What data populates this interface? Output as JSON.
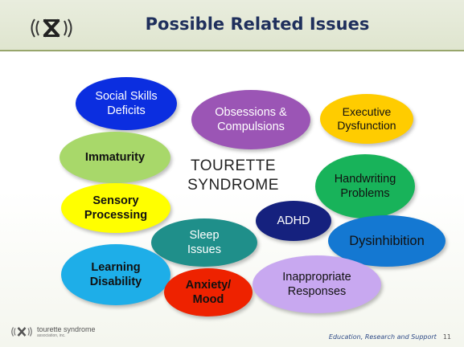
{
  "header": {
    "title": "Possible Related Issues",
    "logo_icon": "tsa-chromosome-logo-icon"
  },
  "center": {
    "text": "TOURETTE\nSYNDROME"
  },
  "bubbles": [
    {
      "id": "social-skills",
      "text": "Social Skills\nDeficits",
      "fill": "#0b2ee0",
      "text_color": "#ffffff",
      "bold": false
    },
    {
      "id": "obsessions",
      "text": "Obsessions &\nCompulsions",
      "fill": "#9b55b5",
      "text_color": "#ffffff",
      "bold": false
    },
    {
      "id": "executive",
      "text": "Executive\nDysfunction",
      "fill": "#ffcc00",
      "text_color": "#111111",
      "bold": false
    },
    {
      "id": "immaturity",
      "text": "Immaturity",
      "fill": "#a8d86a",
      "text_color": "#111111",
      "bold": true
    },
    {
      "id": "handwriting",
      "text": "Handwriting\nProblems",
      "fill": "#18b35a",
      "text_color": "#111111",
      "bold": false
    },
    {
      "id": "sensory",
      "text": "Sensory\nProcessing",
      "fill": "#ffff00",
      "text_color": "#111111",
      "bold": true
    },
    {
      "id": "adhd",
      "text": "ADHD",
      "fill": "#15217e",
      "text_color": "#ffffff",
      "bold": false
    },
    {
      "id": "sleep",
      "text": "Sleep\nIssues",
      "fill": "#1f8f8a",
      "text_color": "#ffffff",
      "bold": false
    },
    {
      "id": "dysinhibition",
      "text": "Dysinhibition",
      "fill": "#1478d2",
      "text_color": "#111111",
      "bold": false
    },
    {
      "id": "learning",
      "text": "Learning\nDisability",
      "fill": "#1eaee8",
      "text_color": "#111111",
      "bold": true
    },
    {
      "id": "anxiety",
      "text": "Anxiety/\nMood",
      "fill": "#ee2200",
      "text_color": "#111111",
      "bold": true
    },
    {
      "id": "inappropriate",
      "text": "Inappropriate\nResponses",
      "fill": "#c8a8f0",
      "text_color": "#111111",
      "bold": false
    }
  ],
  "footer": {
    "logo_text": "tourette syndrome",
    "logo_subtext": "association, inc.",
    "tagline": "Education, Research and Support",
    "page_number": "11",
    "logo_icon": "tsa-chromosome-logo-icon"
  }
}
